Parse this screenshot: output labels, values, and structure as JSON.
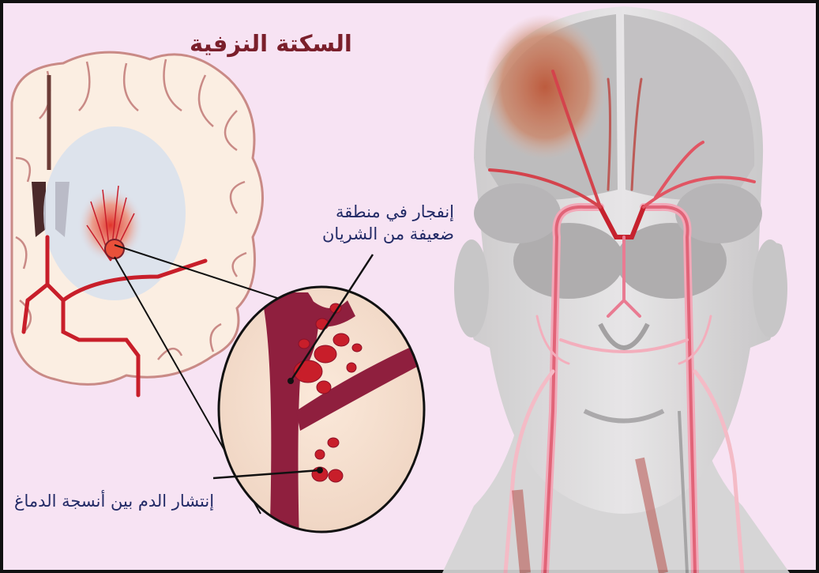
{
  "labels": {
    "title": "السكتة النزفية",
    "rupture_line1": "إنفجار في منطقة",
    "rupture_line2": "ضعيفة من الشريان",
    "spread": "إنتشار الدم بين أنسجة الدماغ"
  },
  "colors": {
    "background": "#f7e3f3",
    "title": "#7a1f2b",
    "label_text": "#222a66",
    "artery_red": "#c81e2a",
    "blood_dark": "#8b1028",
    "brain_cream": "#fbeee2"
  }
}
